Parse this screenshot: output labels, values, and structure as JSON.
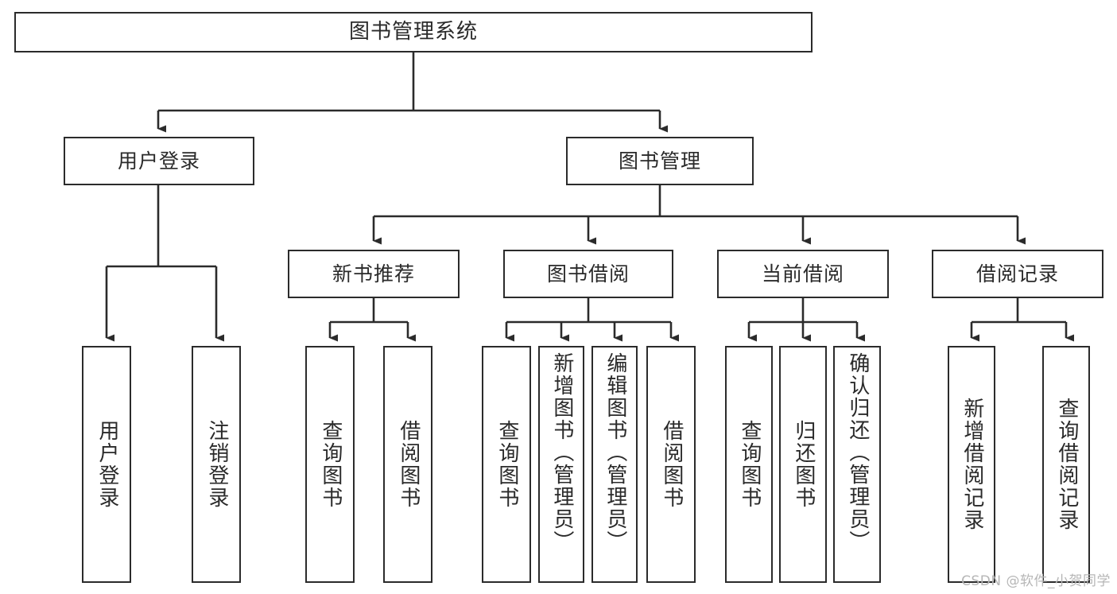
{
  "diagram": {
    "title": "图书管理系统",
    "type": "tree-hierarchy",
    "root": {
      "label": "图书管理系统"
    },
    "level1": [
      {
        "label": "用户登录"
      },
      {
        "label": "图书管理"
      }
    ],
    "level2": [
      {
        "label": "新书推荐"
      },
      {
        "label": "图书借阅"
      },
      {
        "label": "当前借阅"
      },
      {
        "label": "借阅记录"
      }
    ],
    "leaves": {
      "user_login": [
        {
          "label": "用户登录"
        },
        {
          "label": "注销登录"
        }
      ],
      "new_book_recommend": [
        {
          "label": "查询图书"
        },
        {
          "label": "借阅图书"
        }
      ],
      "book_borrow": [
        {
          "label": "查询图书"
        },
        {
          "label": "新增图书（管理员）"
        },
        {
          "label": "编辑图书（管理员）"
        },
        {
          "label": "借阅图书"
        }
      ],
      "current_borrow": [
        {
          "label": "查询图书"
        },
        {
          "label": "归还图书"
        },
        {
          "label": "确认归还（管理员）"
        }
      ],
      "borrow_record": [
        {
          "label": "新增借阅记录"
        },
        {
          "label": "查询借阅记录"
        }
      ]
    }
  },
  "watermark": {
    "text": "CSDN @软件_小贺同学"
  },
  "colors": {
    "border": "#2b2b2b",
    "text": "#2a2a2a",
    "background": "#ffffff",
    "watermark": "#b6b6b6"
  }
}
